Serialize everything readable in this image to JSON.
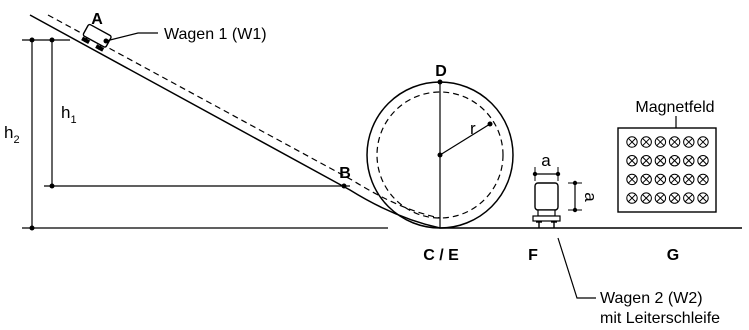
{
  "labels": {
    "point_a": "A",
    "point_b": "B",
    "point_d": "D",
    "point_ce": "C / E",
    "point_f": "F",
    "point_g": "G",
    "radius": "r",
    "dim_a_horizontal": "a",
    "dim_a_vertical": "a",
    "h1_main": "h",
    "h1_sub": "1",
    "h2_main": "h",
    "h2_sub": "2",
    "wagen1": "Wagen 1 (W1)",
    "wagen2_line1": "Wagen 2 (W2)",
    "wagen2_line2": "mit Leiterschleife",
    "magnetfeld": "Magnetfeld"
  },
  "magnetic_field": {
    "symbol": "cross-in-circle (into page)",
    "rows": 4,
    "cols": 6
  },
  "colors": {
    "line": "#000000",
    "background": "#ffffff"
  }
}
